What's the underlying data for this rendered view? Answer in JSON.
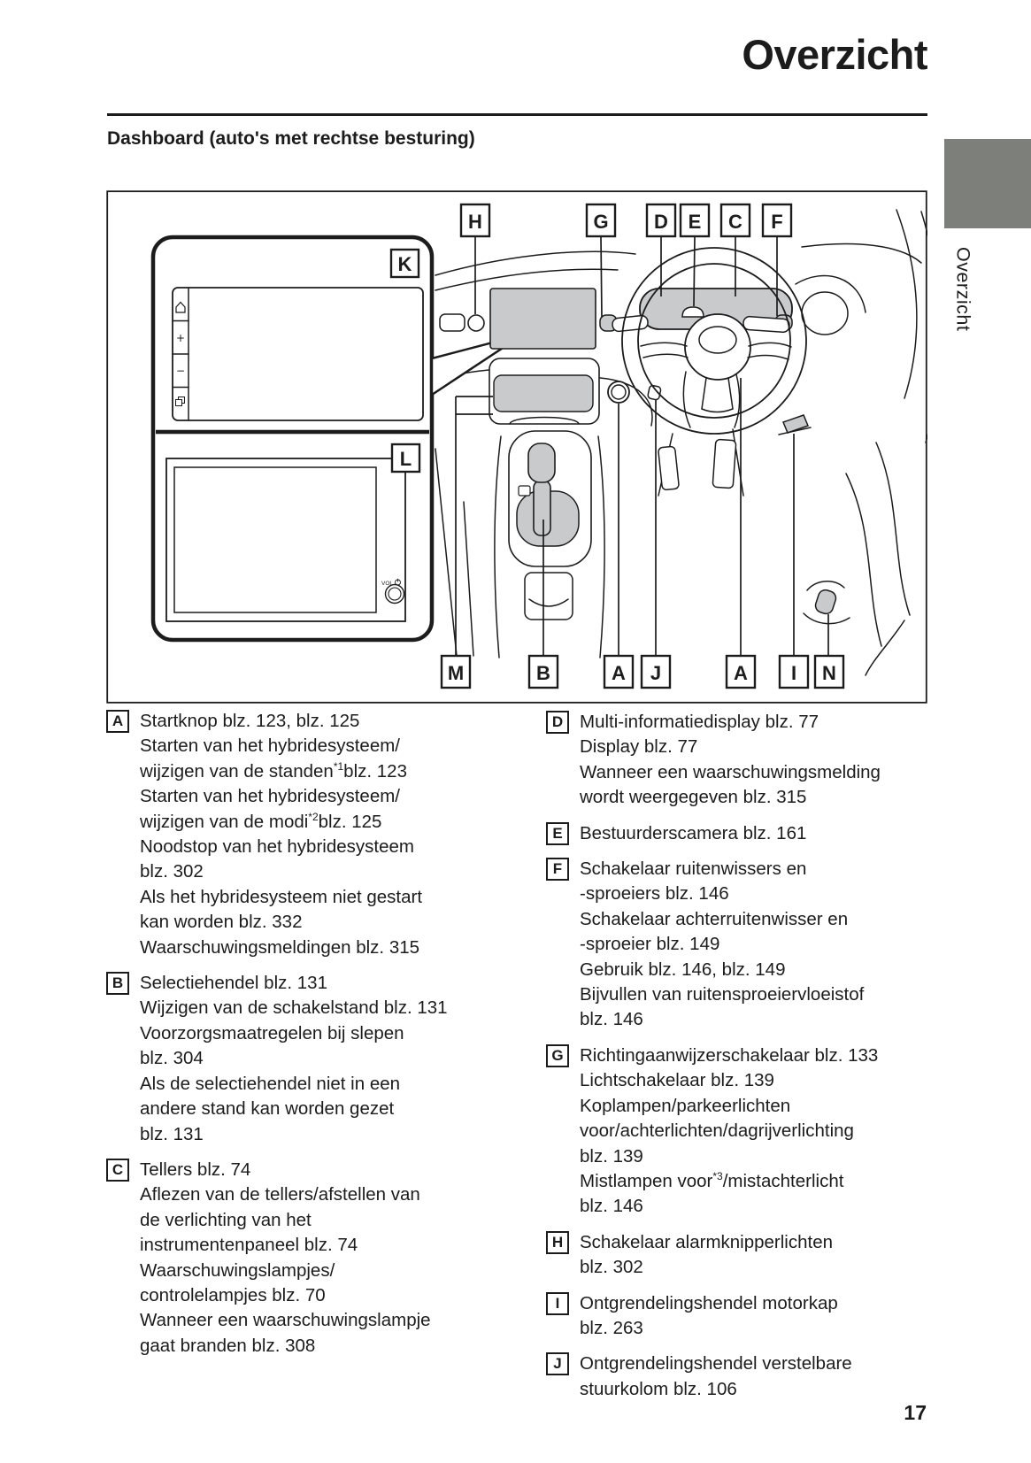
{
  "page": {
    "title": "Overzicht",
    "side_tab": "Overzicht",
    "heading": "Dashboard (auto's met rechtse besturing)",
    "page_number": "17"
  },
  "colors": {
    "ink": "#1c1c1c",
    "tab_gray": "#7c7f7a",
    "diagram_fill_gray": "#c9cacb"
  },
  "diagram": {
    "top_labels": [
      "H",
      "G",
      "D",
      "E",
      "C",
      "F"
    ],
    "inset_labels": [
      "K",
      "L"
    ],
    "bottom_labels": [
      "M",
      "B",
      "A",
      "J",
      "A",
      "I",
      "N"
    ],
    "knob_text": "VOL",
    "screen_sidebar_icons": [
      "home-icon",
      "plus-icon",
      "minus-icon",
      "pages-icon"
    ],
    "sidebar_plus": "+",
    "sidebar_minus": "−"
  },
  "legend": {
    "left": [
      {
        "id": "A",
        "lines": [
          [
            "Startknop blz. 123, blz. 125"
          ],
          [
            "Starten van het hybridesysteem/"
          ],
          [
            "wijzigen van de standen",
            {
              "sup": "*1"
            },
            "blz. 123"
          ],
          [
            "Starten van het hybridesysteem/"
          ],
          [
            "wijzigen van de modi",
            {
              "sup": "*2"
            },
            "blz. 125"
          ],
          [
            "Noodstop van het hybridesysteem"
          ],
          [
            "blz. 302"
          ],
          [
            "Als het hybridesysteem niet gestart"
          ],
          [
            "kan worden blz. 332"
          ],
          [
            "Waarschuwingsmeldingen blz. 315"
          ]
        ]
      },
      {
        "id": "B",
        "lines": [
          [
            "Selectiehendel blz. 131"
          ],
          [
            "Wijzigen van de schakelstand blz. 131"
          ],
          [
            "Voorzorgsmaatregelen bij slepen"
          ],
          [
            "blz. 304"
          ],
          [
            "Als de selectiehendel niet in een"
          ],
          [
            "andere stand kan worden gezet"
          ],
          [
            "blz. 131"
          ]
        ]
      },
      {
        "id": "C",
        "lines": [
          [
            "Tellers blz. 74"
          ],
          [
            "Aflezen van de tellers/afstellen van"
          ],
          [
            "de verlichting van het"
          ],
          [
            "instrumentenpaneel blz. 74"
          ],
          [
            "Waarschuwingslampjes/"
          ],
          [
            "controlelampjes blz. 70"
          ],
          [
            "Wanneer een waarschuwingslampje"
          ],
          [
            "gaat branden blz. 308"
          ]
        ]
      }
    ],
    "right": [
      {
        "id": "D",
        "lines": [
          [
            "Multi-informatiedisplay blz. 77"
          ],
          [
            "Display blz. 77"
          ],
          [
            "Wanneer een waarschuwingsmelding"
          ],
          [
            "wordt weergegeven blz. 315"
          ]
        ]
      },
      {
        "id": "E",
        "lines": [
          [
            "Bestuurderscamera blz. 161"
          ]
        ]
      },
      {
        "id": "F",
        "lines": [
          [
            "Schakelaar ruitenwissers en"
          ],
          [
            "-sproeiers blz. 146"
          ],
          [
            "Schakelaar achterruitenwisser en"
          ],
          [
            "-sproeier blz. 149"
          ],
          [
            "Gebruik blz. 146, blz. 149"
          ],
          [
            "Bijvullen van ruitensproeiervloeistof"
          ],
          [
            "blz. 146"
          ]
        ]
      },
      {
        "id": "G",
        "lines": [
          [
            "Richtingaanwijzerschakelaar blz. 133"
          ],
          [
            "Lichtschakelaar blz. 139"
          ],
          [
            "Koplampen/parkeerlichten"
          ],
          [
            "voor/achterlichten/dagrijverlichting"
          ],
          [
            "blz. 139"
          ],
          [
            "Mistlampen voor",
            {
              "sup": "*3"
            },
            "/mistachterlicht"
          ],
          [
            "blz. 146"
          ]
        ]
      },
      {
        "id": "H",
        "lines": [
          [
            "Schakelaar alarmknipperlichten"
          ],
          [
            "blz. 302"
          ]
        ]
      },
      {
        "id": "I",
        "lines": [
          [
            "Ontgrendelingshendel motorkap"
          ],
          [
            "blz. 263"
          ]
        ]
      },
      {
        "id": "J",
        "lines": [
          [
            "Ontgrendelingshendel verstelbare"
          ],
          [
            "stuurkolom blz. 106"
          ]
        ]
      }
    ]
  }
}
